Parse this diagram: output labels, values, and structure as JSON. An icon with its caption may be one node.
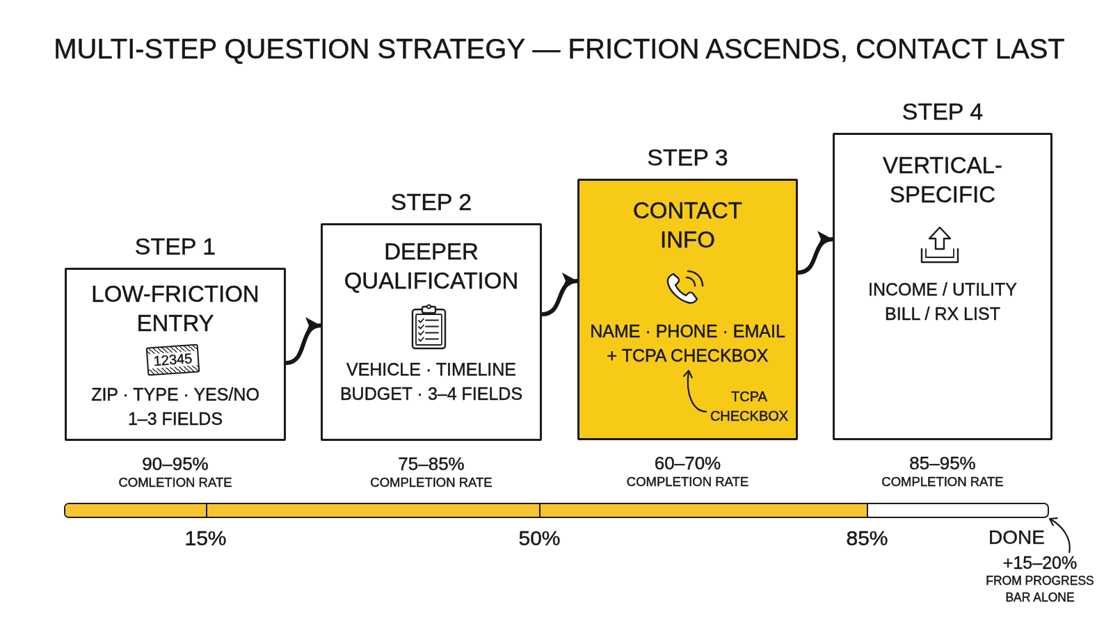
{
  "diagram": {
    "title": "MULTI-STEP QUESTION STRATEGY — FRICTION ASCENDS, CONTACT LAST",
    "nodes": [
      {
        "text": [
          "STEP 1",
          "LOW-FRICTION ENTRY",
          "12345",
          "ZIP · TYPE · YES/NO 1–3 FIELDS"
        ],
        "beside": [
          "90–95%",
          "COMLETION RATE"
        ]
      },
      {
        "text": [
          "STEP 2",
          "DEEPER QUALIFICATION",
          "VEHICLE · TIMELINE BUDGET · 3–4 FIELDS"
        ],
        "beside": [
          "75–85%",
          "COMPLETION RATE"
        ]
      },
      {
        "text": [
          "STEP 3",
          "CONTACT INFO",
          "NAME · PHONE · EMAIL + TCPA CHECKBOX"
        ],
        "beside": [
          "60–70%",
          "COMPLETION RATE"
        ]
      },
      {
        "text": [
          "TCPA CHECKBOX"
        ],
        "in": 2
      },
      {
        "text": [
          "STEP 4",
          "VERTICAL- SPECIFIC",
          "INCOME / UTILITY BILL / RX LIST"
        ],
        "beside": [
          "85–95%",
          "COMPLETION RATE"
        ]
      },
      {
        "text": [],
        "shape": "bar",
        "beside": [
          "15%",
          "50%",
          "85%",
          "DONE"
        ]
      },
      {
        "text": [
          "+15–20%",
          "FROM PROGRESS BAR ALONE"
        ]
      }
    ],
    "edges": [
      {
        "from": 0,
        "to": 1,
        "arrow": "to"
      },
      {
        "from": 1,
        "to": 2,
        "arrow": "to"
      },
      {
        "from": 2,
        "to": 4,
        "arrow": "to"
      },
      {
        "from": 3,
        "to": null,
        "arrow": "to"
      },
      {
        "from": 6,
        "to": 5,
        "arrow": "to"
      }
    ]
  }
}
